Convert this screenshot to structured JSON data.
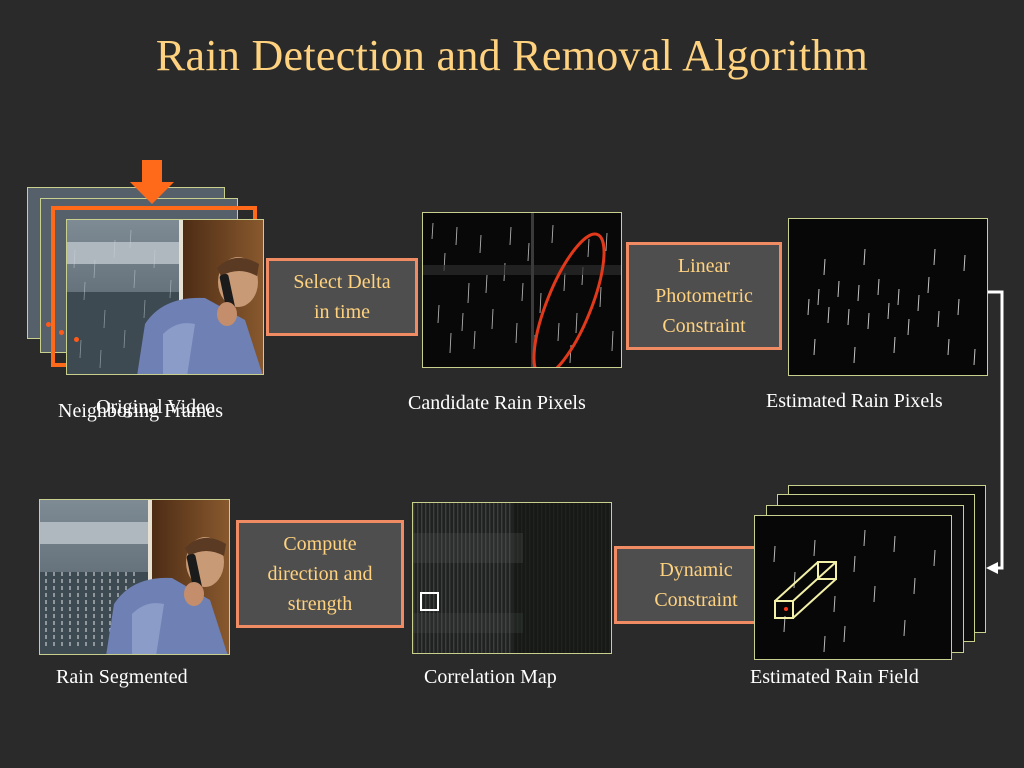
{
  "slide": {
    "title": "Rain Detection and Removal Algorithm"
  },
  "captions": {
    "original_video": "Original Video",
    "neighboring_frames": "Neighboring Frames",
    "candidate_rain_pixels": "Candidate Rain Pixels",
    "estimated_rain_pixels": "Estimated Rain Pixels",
    "rain_segmented": "Rain Segmented",
    "correlation_map": "Correlation Map",
    "estimated_rain_field": "Estimated Rain Field"
  },
  "process_boxes": {
    "select_delta": [
      "Select Delta",
      "in time"
    ],
    "linear_photometric": [
      "Linear",
      "Photometric",
      "Constraint"
    ],
    "compute_direction": [
      "Compute",
      "direction and",
      "strength"
    ],
    "dynamic_constraint": [
      "Dynamic",
      "Constraint"
    ]
  },
  "colors": {
    "background": "#2a2a2a",
    "title": "#ffd27f",
    "box_text": "#ffd27f",
    "box_border": "#f08b63",
    "box_fill": "#4e4e4e",
    "highlight_orange": "#ff6a1a",
    "ellipse_red": "#e2391b",
    "image_border": "#c9cf8c"
  }
}
